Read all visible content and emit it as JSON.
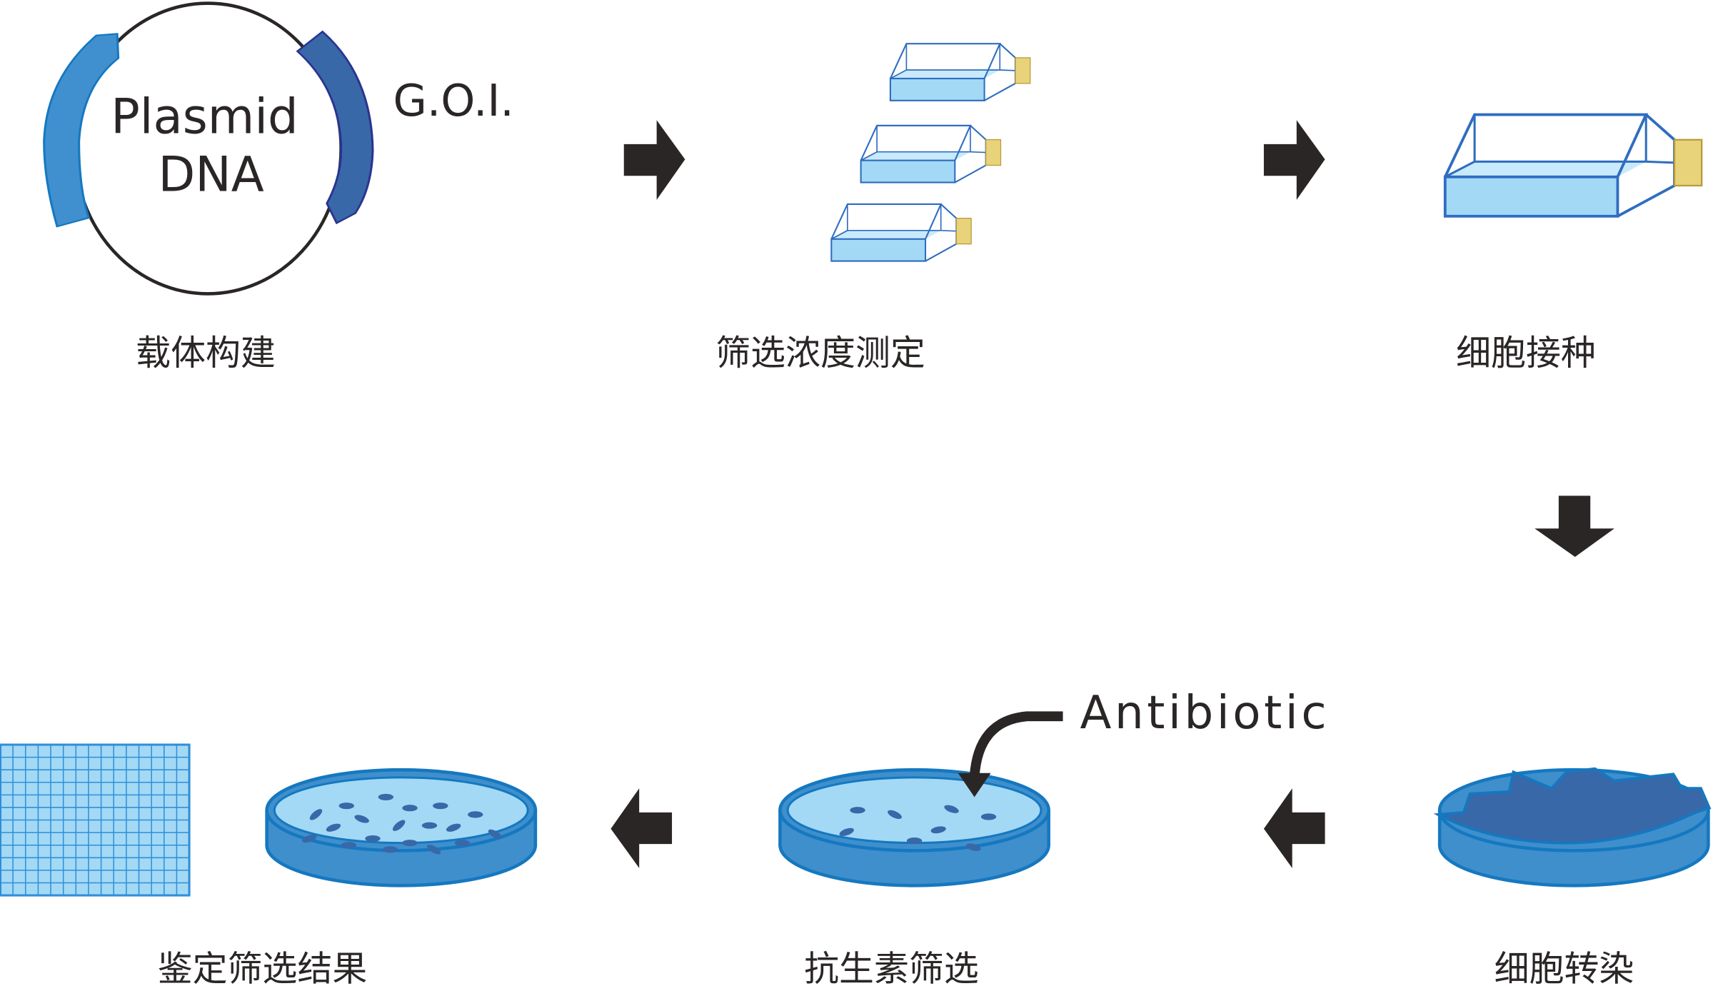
{
  "plasmid": {
    "line1": "Plasmid",
    "line2": "DNA",
    "goi": "G.O.I."
  },
  "antibiotic_label": "Antibiotic",
  "steps": {
    "vector": "载体构建",
    "concentration": "筛选浓度测定",
    "seeding": "细胞接种",
    "transfection": "细胞转染",
    "selection": "抗生素筛选",
    "result": "鉴定筛选结果"
  },
  "colors": {
    "arrow": "#2b2626",
    "liquid": "#a3d9f5",
    "stroke": "#2f6dc0",
    "cap": "#e8d27a",
    "dish": "#3f8fcc",
    "cells": "#3868a8"
  }
}
